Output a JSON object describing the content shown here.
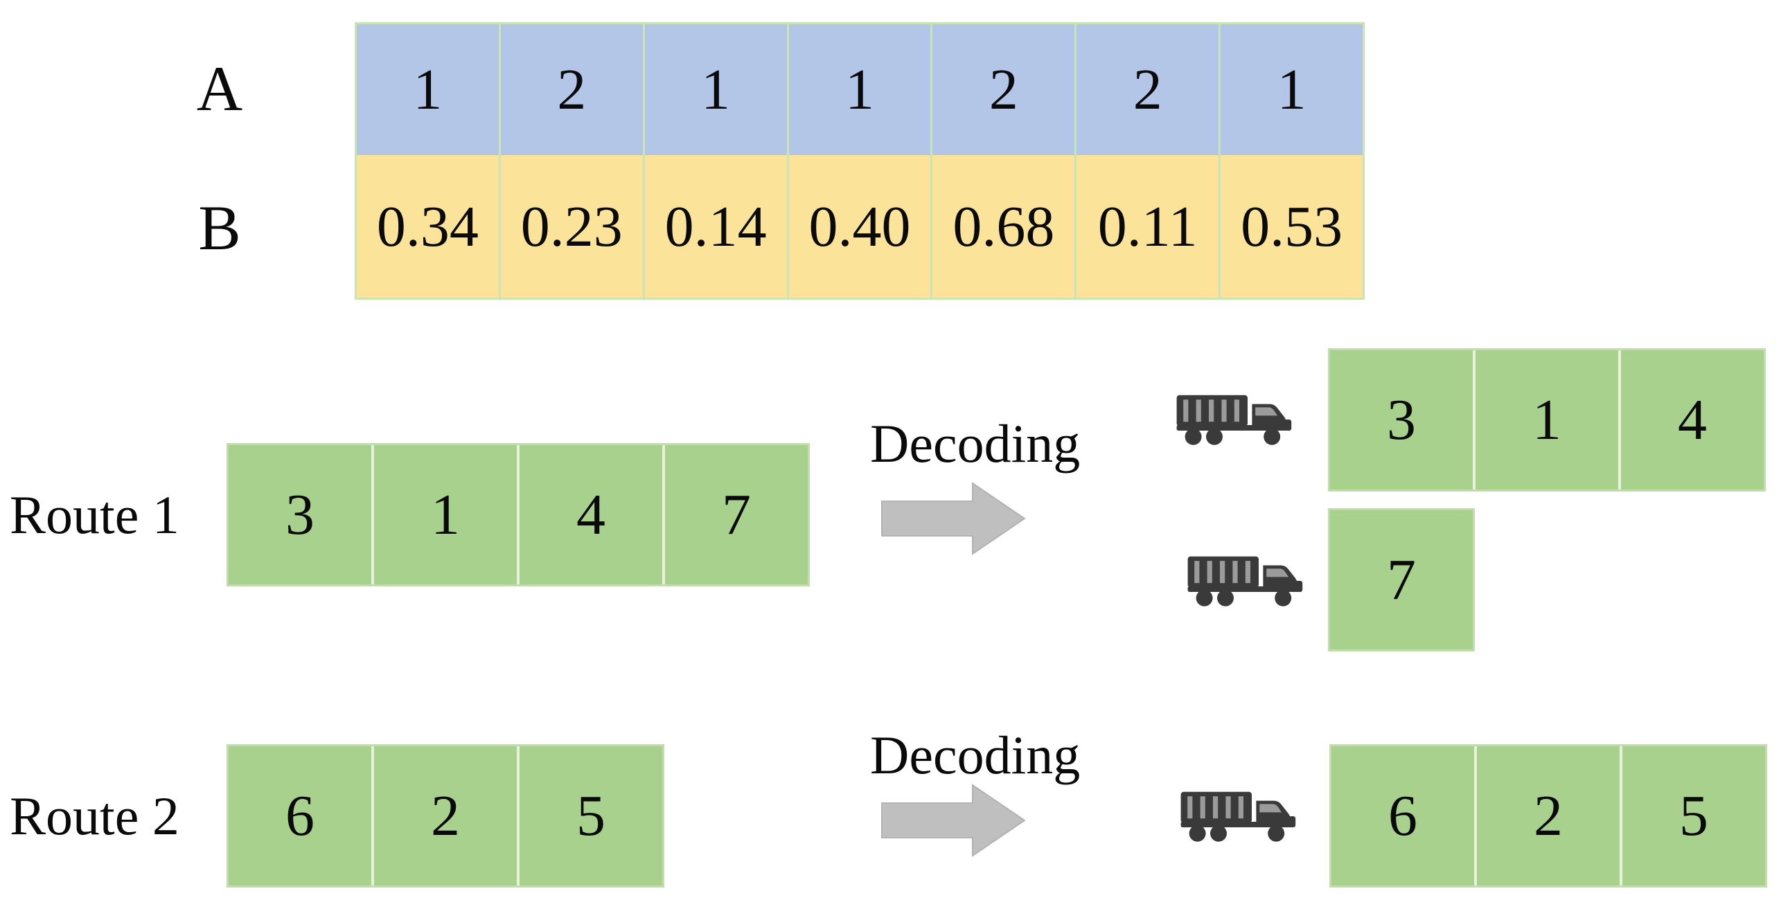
{
  "palette": {
    "blue_cell": "#b4c6e7",
    "yellow_cell": "#fbe49a",
    "green_cell": "#a9d18e",
    "table_border": "#c9e4b6",
    "green_row_border": "#c3dcae",
    "green_row_divider": "#e6f1de",
    "arrow_gray": "#bfbfbf",
    "arrow_edge": "#b3b3b3",
    "truck_dark": "#3a3a3a",
    "truck_window": "#9b9b9b",
    "text_color": "#0a0a0a"
  },
  "encoding_table": {
    "rows": [
      {
        "label": "A",
        "values": [
          "1",
          "2",
          "1",
          "1",
          "2",
          "2",
          "1"
        ]
      },
      {
        "label": "B",
        "values": [
          "0.34",
          "0.23",
          "0.14",
          "0.40",
          "0.68",
          "0.11",
          "0.53"
        ]
      }
    ]
  },
  "routes": [
    {
      "label": "Route 1",
      "decoding_label": "Decoding",
      "sequence": [
        "3",
        "1",
        "4",
        "7"
      ],
      "decoded_vehicles": [
        {
          "icon": "truck-icon",
          "cells": [
            "3",
            "1",
            "4"
          ]
        },
        {
          "icon": "truck-icon",
          "cells": [
            "7"
          ]
        }
      ]
    },
    {
      "label": "Route 2",
      "decoding_label": "Decoding",
      "sequence": [
        "6",
        "2",
        "5"
      ],
      "decoded_vehicles": [
        {
          "icon": "truck-icon",
          "cells": [
            "6",
            "2",
            "5"
          ]
        }
      ]
    }
  ],
  "icons": {
    "decoding_arrow": "right-arrow-icon",
    "vehicle": "truck-icon"
  }
}
